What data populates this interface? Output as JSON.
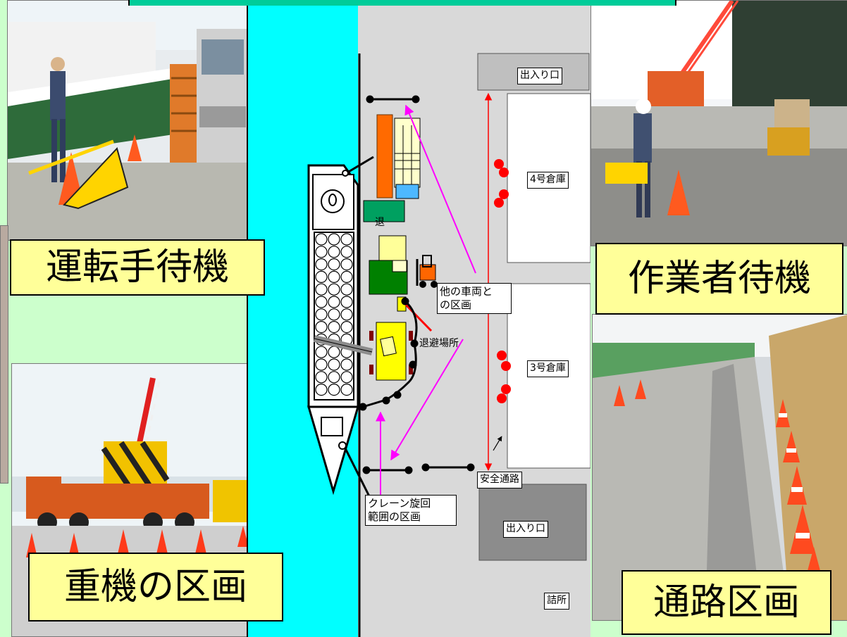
{
  "captions": {
    "driver_wait": "運転手待機",
    "worker_wait": "作業者待機",
    "heavy_zone": "重機の区画",
    "passage_zone": "通路区画"
  },
  "labels": {
    "entrance_top": "出入り口",
    "warehouse_4": "4号倉庫",
    "warehouse_3": "3号倉庫",
    "other_vehicle_1": "他の車両と",
    "other_vehicle_2": "の区画",
    "refuge": "退避場所",
    "safe_passage": "安全通路",
    "crane_1": "クレーン旋回",
    "crane_2": "範囲の区画",
    "entrance_bottom": "出入り口",
    "guard_post": "詰所",
    "sign_glyph": "退"
  },
  "colors": {
    "background": "#ccffcc",
    "sea": "#00ffff",
    "quay": "#d9d9d9",
    "caption_fill": "#ffff99",
    "arrow_magenta": "#ff00ff",
    "arrow_red": "#ff0000",
    "cone_red": "#ff0000"
  }
}
